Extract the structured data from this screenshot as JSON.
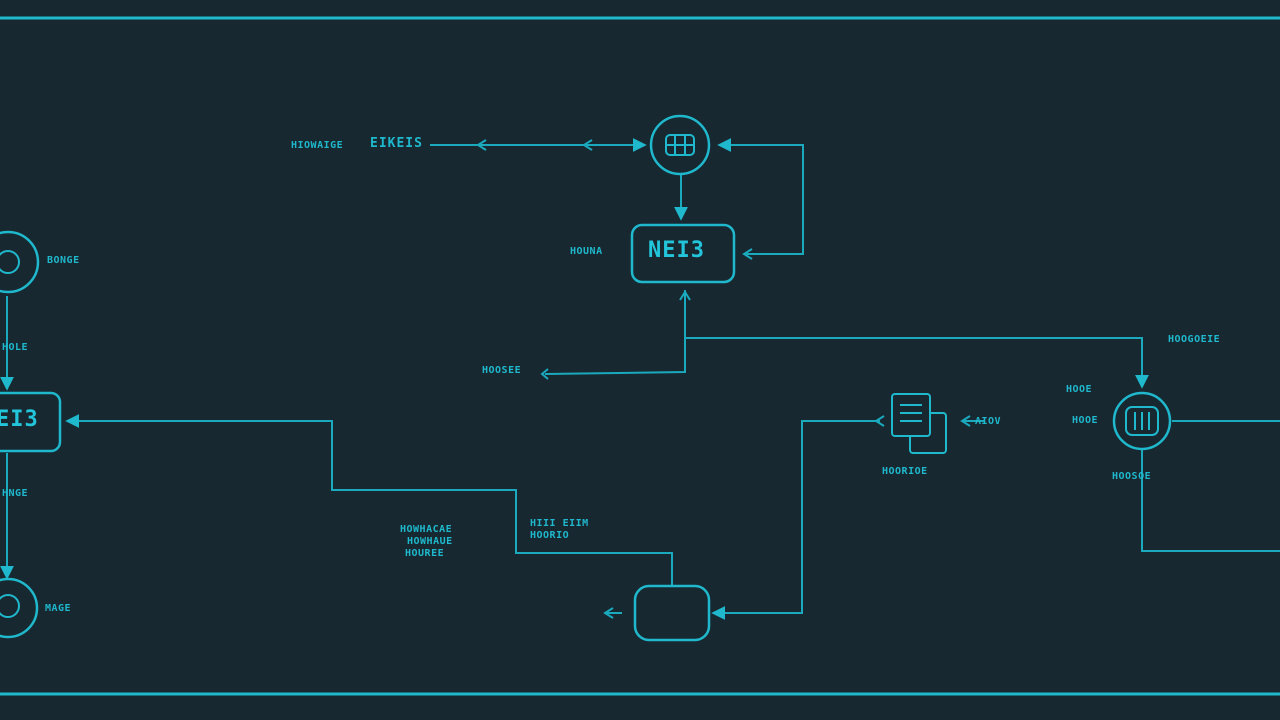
{
  "colors": {
    "background": "#172831",
    "accent": "#1fb8cc",
    "line": "#1aa9bd"
  },
  "nodes": {
    "top_circle_icon": "grid-chip-icon",
    "center_box_label": "NEI3",
    "left_box_label": "EI3",
    "bottom_box_label": "",
    "right_circle_icon": "chip-icon",
    "doc_icon": "document-stack-icon",
    "left_top_circle_icon": "chip-icon",
    "left_bottom_circle_icon": "chip-icon"
  },
  "labels": {
    "top_left_a": "HIOWAIGE",
    "top_left_b": "EIKEIS",
    "center_left": "HOUNA",
    "left_circle_top": "BONGE",
    "left_arrow_label": "HOLE",
    "left_below_box": "HNGE",
    "left_circle_bottom": "MAGE",
    "middle_caption": "HOOSEE",
    "lower_left_1": "HOWHACAE",
    "lower_left_2": "HOWHAUE",
    "lower_left_3": "HOUREE",
    "mid_lower_1": "HIII EIIM",
    "mid_lower_2": "HOORIO",
    "doc_caption": "HOORIOE",
    "doc_arrow_label": "AIOV",
    "right_top": "HOOGOEIE",
    "right_left_1": "HOOE",
    "right_left_2": "HOOE",
    "right_caption": "HOOSOE"
  }
}
